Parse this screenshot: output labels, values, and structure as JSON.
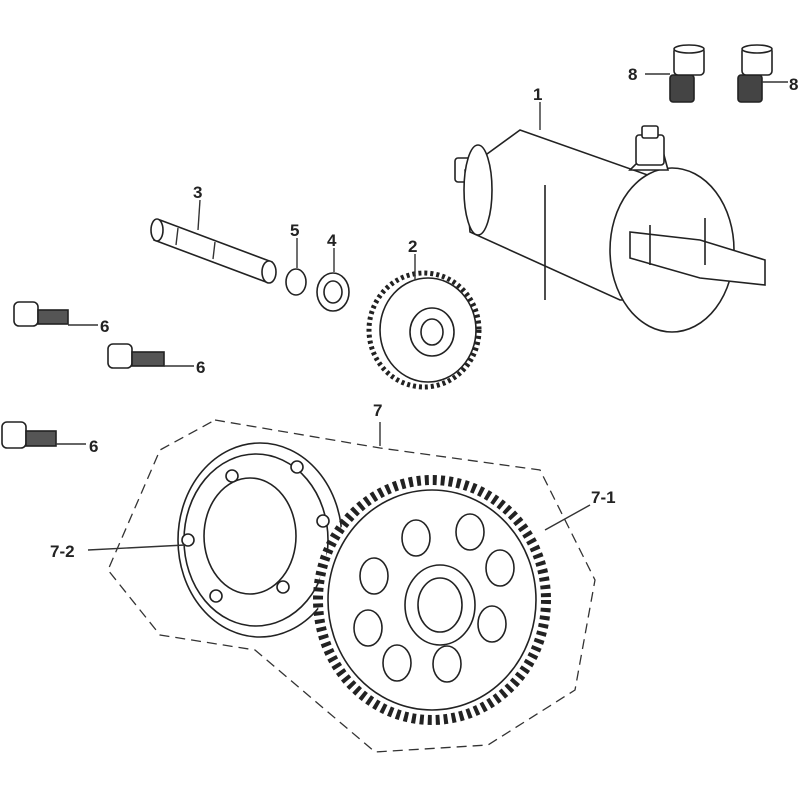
{
  "callouts": {
    "starter_motor": "1",
    "gear": "2",
    "shaft": "3",
    "washer": "4",
    "circlip": "5",
    "bolt": "6",
    "clutch_assembly": "7",
    "clutch_gear": "7-1",
    "clutch_body": "7-2",
    "motor_bolt": "8"
  },
  "colors": {
    "line": "#222222",
    "fill": "#ffffff",
    "shade": "#cfcfcf",
    "thread": "#555555"
  }
}
